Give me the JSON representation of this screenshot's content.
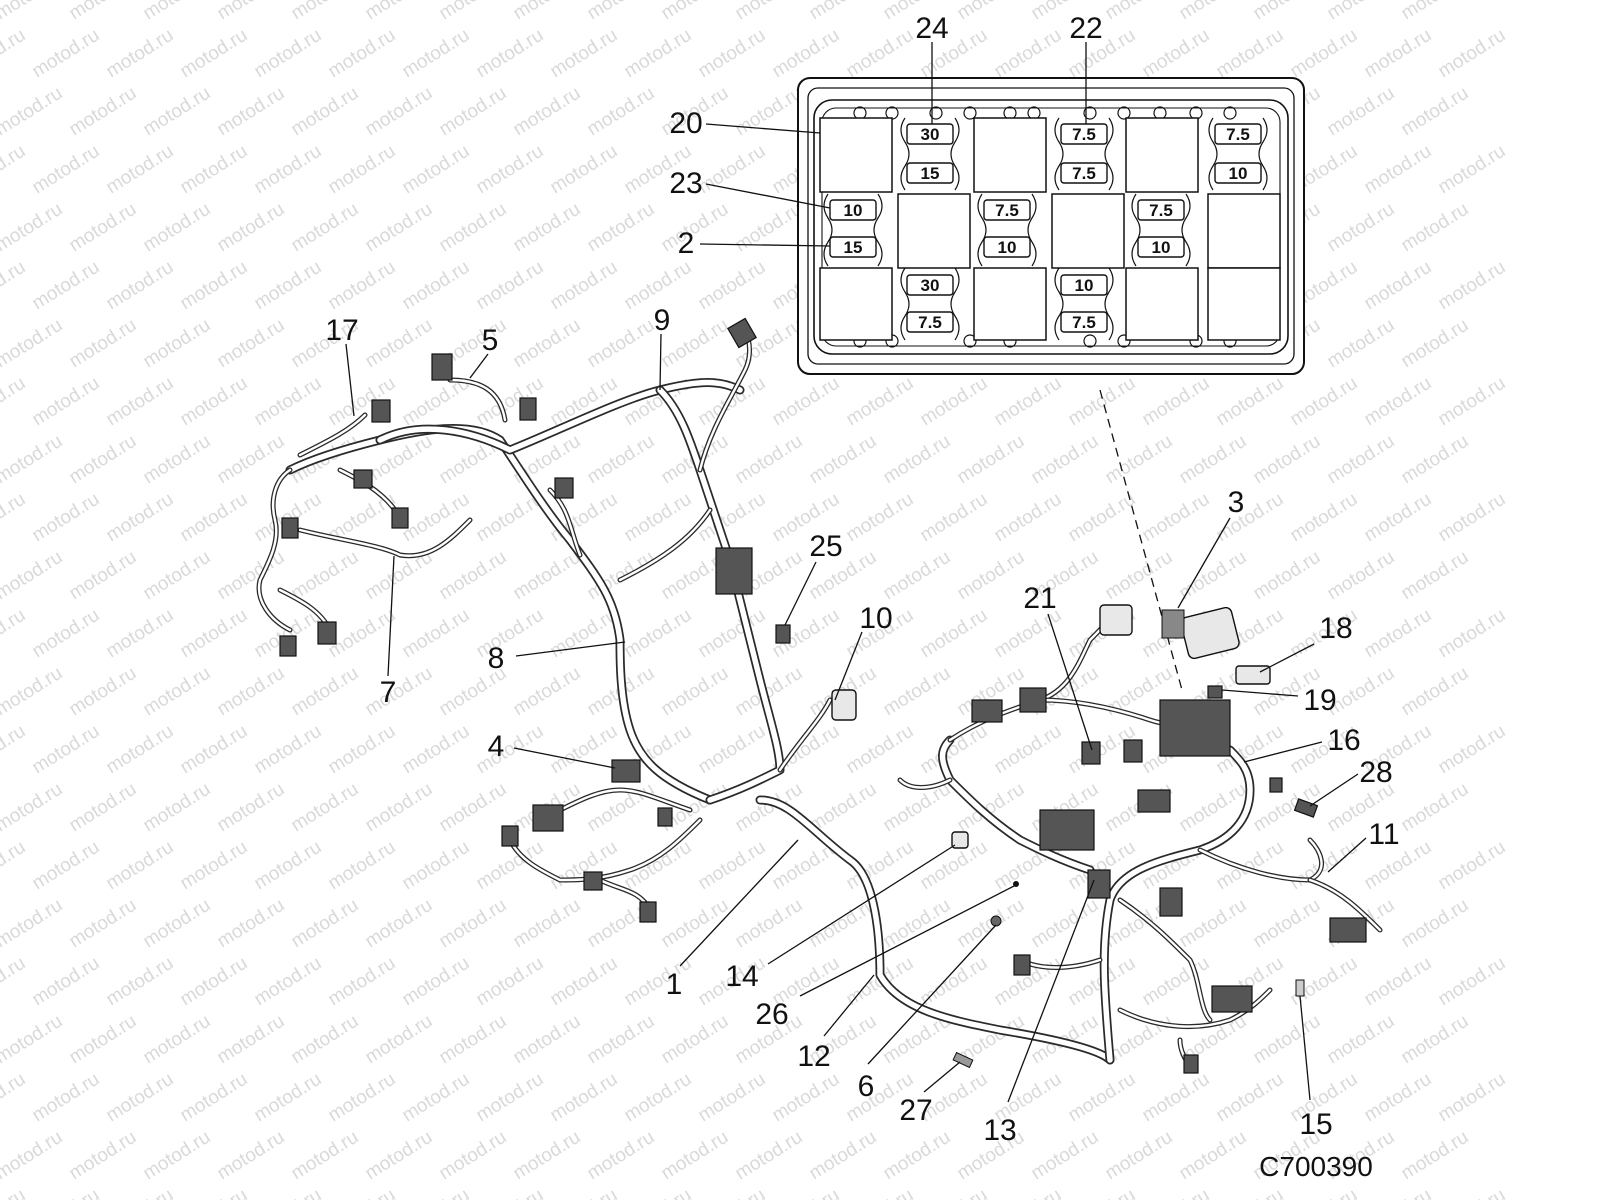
{
  "watermark": "motod.ru",
  "figure_code": "C700390",
  "fuse_box": {
    "fuses": [
      {
        "id": "fuse-24-upper",
        "rating": "30"
      },
      {
        "id": "fuse-24-lower",
        "rating": "15"
      },
      {
        "id": "fuse-22-upper",
        "rating": "7.5"
      },
      {
        "id": "fuse-22-lower",
        "rating": "7.5"
      },
      {
        "id": "fuse-right-upper",
        "rating": "7.5"
      },
      {
        "id": "fuse-right-lower",
        "rating": "10"
      },
      {
        "id": "fuse-23",
        "rating": "10"
      },
      {
        "id": "fuse-2",
        "rating": "15"
      },
      {
        "id": "fuse-mid-a-upper",
        "rating": "7.5"
      },
      {
        "id": "fuse-mid-a-lower",
        "rating": "10"
      },
      {
        "id": "fuse-mid-b-upper",
        "rating": "7.5"
      },
      {
        "id": "fuse-mid-b-lower",
        "rating": "10"
      },
      {
        "id": "fuse-bottom-a-upper",
        "rating": "30"
      },
      {
        "id": "fuse-bottom-a-lower",
        "rating": "7.5"
      },
      {
        "id": "fuse-bottom-b-upper",
        "rating": "10"
      },
      {
        "id": "fuse-bottom-b-lower",
        "rating": "7.5"
      }
    ]
  },
  "callouts": [
    "24",
    "22",
    "20",
    "23",
    "2",
    "17",
    "5",
    "9",
    "7",
    "8",
    "25",
    "10",
    "4",
    "1",
    "14",
    "26",
    "12",
    "6",
    "27",
    "13",
    "3",
    "21",
    "18",
    "19",
    "16",
    "28",
    "11",
    "15"
  ]
}
